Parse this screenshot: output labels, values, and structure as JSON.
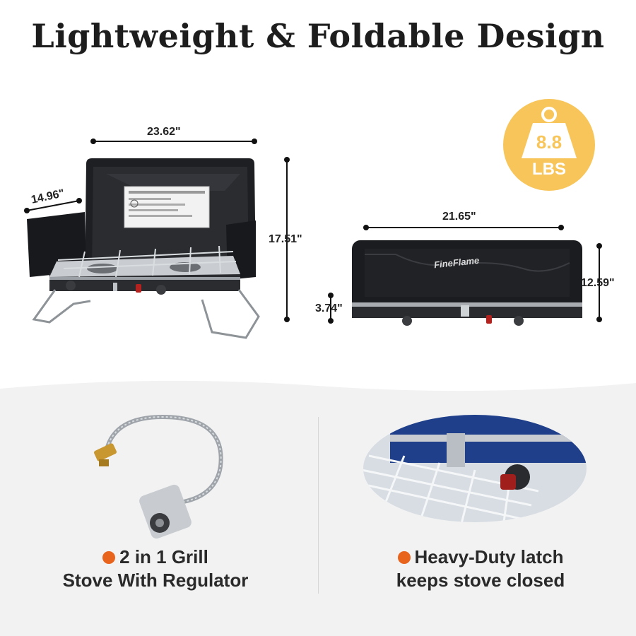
{
  "title": "Lightweight & Foldable Design",
  "dimensions": {
    "open_width": "23.62\"",
    "open_depth": "14.96\"",
    "open_height": "17.51\"",
    "closed_width": "21.65\"",
    "closed_depth": "12.59\"",
    "closed_height": "3.74\""
  },
  "weight_badge": {
    "value": "8.8",
    "unit": "LBS",
    "icon": "weight-icon"
  },
  "brand": "FineFlame",
  "features": [
    {
      "line1": "2 in 1 Grill",
      "line2": "Stove With Regulator"
    },
    {
      "line1": "Heavy-Duty latch",
      "line2": "keeps stove closed"
    }
  ],
  "colors": {
    "accent": "#e8631c",
    "badge": "#f7c55a",
    "stove": "#1e1f22"
  }
}
